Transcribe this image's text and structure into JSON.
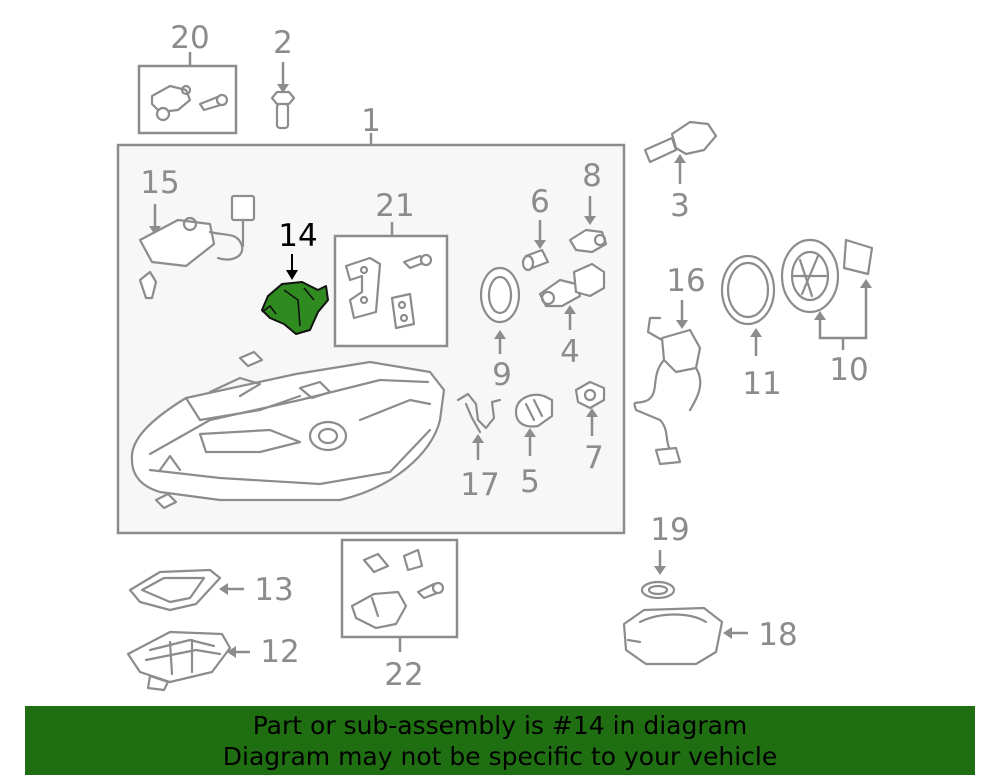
{
  "callouts": {
    "c1": "1",
    "c2": "2",
    "c3": "3",
    "c4": "4",
    "c5": "5",
    "c6": "6",
    "c7": "7",
    "c8": "8",
    "c9": "9",
    "c10": "10",
    "c11": "11",
    "c12": "12",
    "c13": "13",
    "c14": "14",
    "c15": "15",
    "c16": "16",
    "c17": "17",
    "c18": "18",
    "c19": "19",
    "c20": "20",
    "c21": "21",
    "c22": "22"
  },
  "highlight": {
    "part": "14",
    "color": "#2f8a1f"
  },
  "banner": {
    "line1": "Part or sub-assembly is #14 in diagram",
    "line2": "Diagram may not be specific to your vehicle",
    "background": "#1f6f12"
  },
  "colors": {
    "lines": "#8c8c8c",
    "highlight_part": "#2f8a1f"
  }
}
